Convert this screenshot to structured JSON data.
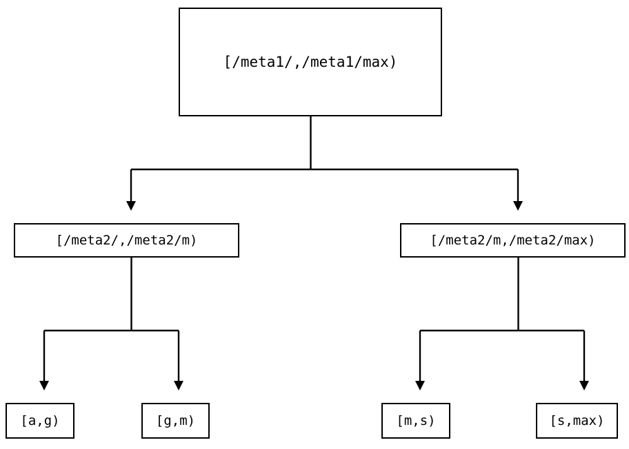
{
  "diagram": {
    "type": "tree",
    "title": "",
    "background_color": "#ffffff",
    "line_color": "#000000",
    "box_border_color": "#000000",
    "box_fill_color": "#ffffff",
    "nodes": {
      "root": {
        "label": "[/meta1/,/meta1/max)"
      },
      "mid_left": {
        "label": "[/meta2/,/meta2/m)"
      },
      "mid_right": {
        "label": "[/meta2/m,/meta2/max)"
      },
      "leaf_ag": {
        "label": "[a,g)"
      },
      "leaf_gm": {
        "label": "[g,m)"
      },
      "leaf_ms": {
        "label": "[m,s)"
      },
      "leaf_smax": {
        "label": "[s,max)"
      }
    },
    "edges": [
      {
        "from": "root",
        "to": "mid_left",
        "arrow": "down"
      },
      {
        "from": "root",
        "to": "mid_right",
        "arrow": "down"
      },
      {
        "from": "mid_left",
        "to": "leaf_ag",
        "arrow": "down"
      },
      {
        "from": "mid_left",
        "to": "leaf_gm",
        "arrow": "down"
      },
      {
        "from": "mid_right",
        "to": "leaf_ms",
        "arrow": "down"
      },
      {
        "from": "mid_right",
        "to": "leaf_smax",
        "arrow": "down"
      }
    ]
  }
}
